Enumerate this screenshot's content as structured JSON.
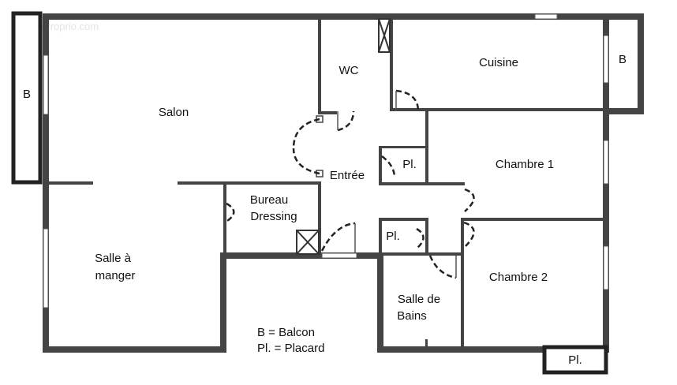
{
  "watermark": "© EtreProprio.com",
  "rooms": {
    "salon": "Salon",
    "wc": "WC",
    "cuisine": "Cuisine",
    "balcon_left": "B",
    "balcon_right": "B",
    "entree": "Entrée",
    "placard_entree": "Pl.",
    "chambre1": "Chambre 1",
    "bureau_line1": "Bureau",
    "bureau_line2": "Dressing",
    "placard_center": "Pl.",
    "salle_manger_line1": "Salle à",
    "salle_manger_line2": "manger",
    "chambre2": "Chambre 2",
    "sdb_line1": "Salle de",
    "sdb_line2": "Bains",
    "placard_bottom": "Pl."
  },
  "legend": {
    "balcon": "B = Balcon",
    "placard": "Pl. = Placard"
  },
  "colors": {
    "wall": "#444444",
    "background": "#ffffff"
  }
}
